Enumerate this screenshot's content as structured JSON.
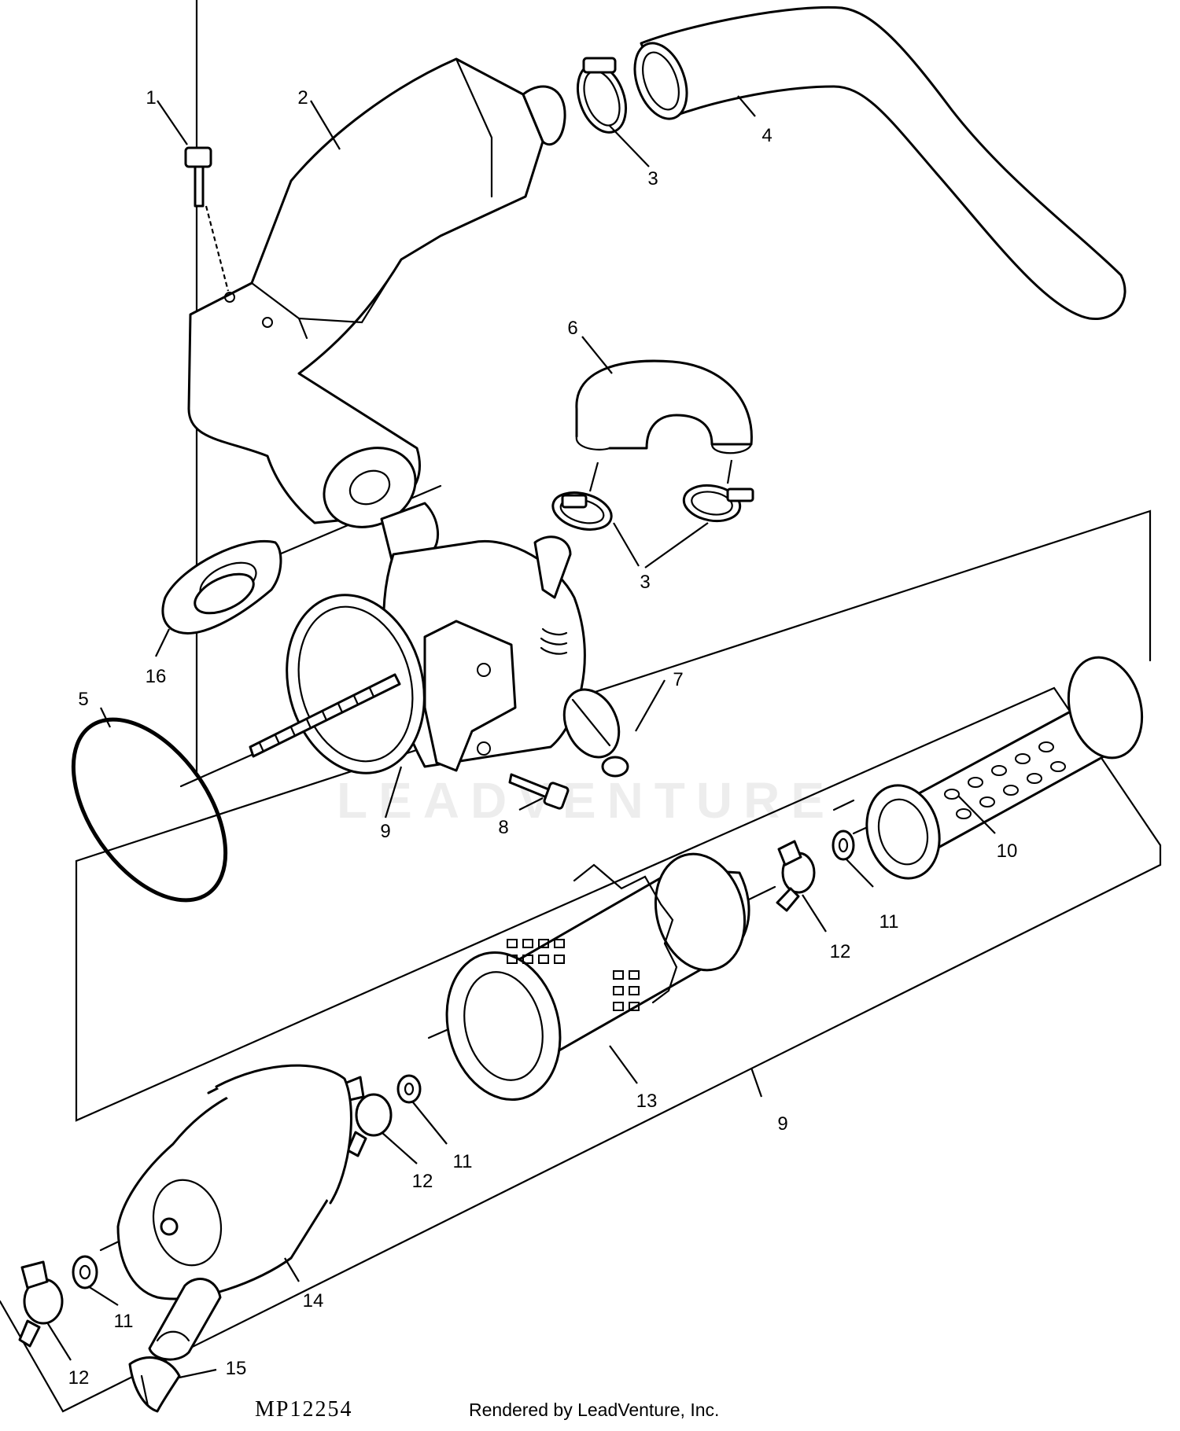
{
  "diagram": {
    "code": "MP12254",
    "credit": "Rendered by LeadVenture, Inc.",
    "watermark": "LEADVENTURE"
  },
  "callouts": [
    {
      "id": "c1",
      "text": "1"
    },
    {
      "id": "c2",
      "text": "2"
    },
    {
      "id": "c3a",
      "text": "3"
    },
    {
      "id": "c3b",
      "text": "3"
    },
    {
      "id": "c4",
      "text": "4"
    },
    {
      "id": "c5",
      "text": "5"
    },
    {
      "id": "c6",
      "text": "6"
    },
    {
      "id": "c7",
      "text": "7"
    },
    {
      "id": "c8",
      "text": "8"
    },
    {
      "id": "c9a",
      "text": "9"
    },
    {
      "id": "c9b",
      "text": "9"
    },
    {
      "id": "c10",
      "text": "10"
    },
    {
      "id": "c11a",
      "text": "11"
    },
    {
      "id": "c11b",
      "text": "11"
    },
    {
      "id": "c11c",
      "text": "11"
    },
    {
      "id": "c12a",
      "text": "12"
    },
    {
      "id": "c12b",
      "text": "12"
    },
    {
      "id": "c12c",
      "text": "12"
    },
    {
      "id": "c13",
      "text": "13"
    },
    {
      "id": "c14",
      "text": "14"
    },
    {
      "id": "c15",
      "text": "15"
    },
    {
      "id": "c16",
      "text": "16"
    }
  ]
}
